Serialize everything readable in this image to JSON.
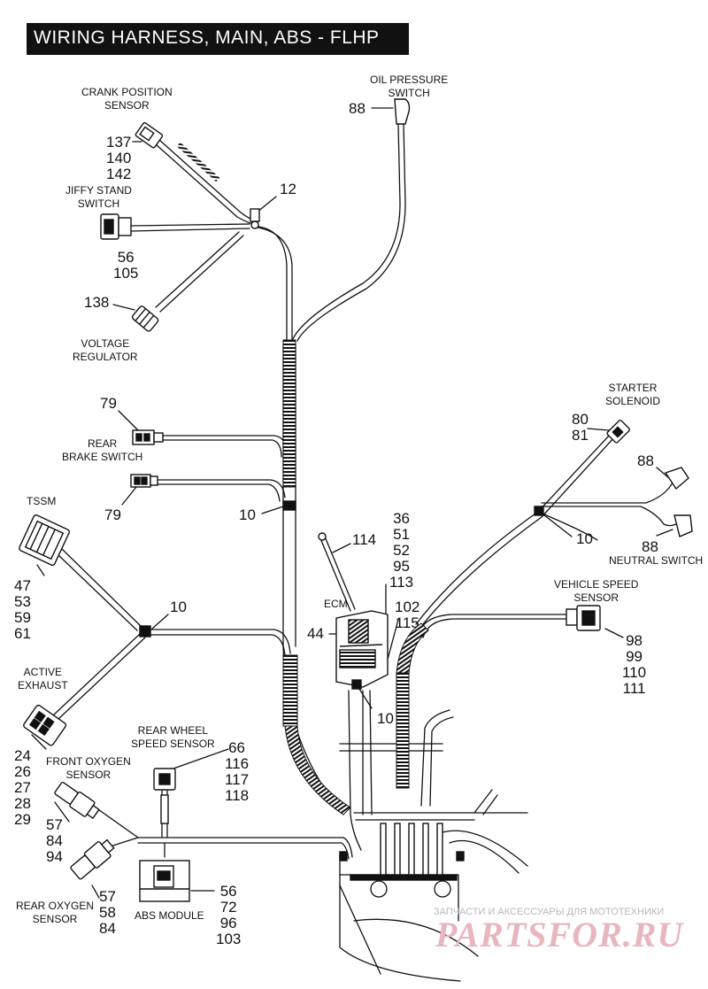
{
  "title": "WIRING HARNESS, MAIN, ABS - FLHP",
  "components": {
    "crank_position_sensor": {
      "label": [
        "CRANK POSITION",
        "SENSOR"
      ],
      "refs": [
        "137",
        "140",
        "142"
      ]
    },
    "oil_pressure_switch": {
      "label": [
        "OIL PRESSURE",
        "SWITCH"
      ],
      "refs": [
        "88"
      ]
    },
    "clip_top": {
      "refs": [
        "12"
      ]
    },
    "jiffy_stand_switch": {
      "label": [
        "JIFFY STAND",
        "SWITCH"
      ],
      "refs": [
        "56",
        "105"
      ]
    },
    "voltage_regulator": {
      "label": [
        "VOLTAGE",
        "REGULATOR"
      ],
      "refs": [
        "138"
      ]
    },
    "rear_brake_switch": {
      "label": [
        "REAR",
        "BRAKE SWITCH"
      ],
      "refs_upper": [
        "79"
      ],
      "refs_lower": [
        "79"
      ]
    },
    "clip_mid_left": {
      "refs": [
        "10"
      ]
    },
    "tssm": {
      "label": [
        "TSSM"
      ],
      "refs": [
        "47",
        "53",
        "59",
        "61"
      ]
    },
    "clip_lower_left": {
      "refs": [
        "10"
      ]
    },
    "active_exhaust": {
      "label": [
        "ACTIVE",
        "EXHAUST"
      ],
      "refs": [
        "24",
        "26",
        "27",
        "28",
        "29"
      ]
    },
    "front_oxygen_sensor": {
      "label": [
        "FRONT OXYGEN",
        "SENSOR"
      ],
      "refs": [
        "57",
        "84",
        "94"
      ]
    },
    "rear_oxygen_sensor": {
      "label": [
        "REAR OXYGEN",
        "SENSOR"
      ],
      "refs": [
        "57",
        "58",
        "84"
      ]
    },
    "rear_wheel_speed_sensor": {
      "label": [
        "REAR WHEEL",
        "SPEED SENSOR"
      ],
      "refs": [
        "66",
        "116",
        "117",
        "118"
      ]
    },
    "abs_module": {
      "label": [
        "ABS MODULE"
      ],
      "refs": [
        "56",
        "72",
        "96",
        "103"
      ]
    },
    "ecm": {
      "label": [
        "ECM"
      ],
      "refs_left": [
        "44"
      ],
      "refs_right": [
        "36",
        "51",
        "52",
        "95",
        "113"
      ],
      "refs_lower": [
        "102",
        "115"
      ]
    },
    "ground_strap": {
      "refs": [
        "114"
      ]
    },
    "clip_ecm": {
      "refs": [
        "10"
      ]
    },
    "starter_solenoid": {
      "label": [
        "STARTER",
        "SOLENOID"
      ],
      "refs": [
        "80",
        "81"
      ]
    },
    "neutral_switch": {
      "label": [
        "NEUTRAL SWITCH"
      ],
      "refs_upper": [
        "88"
      ],
      "refs_lower": [
        "88"
      ]
    },
    "clip_right": {
      "refs": [
        "10"
      ]
    },
    "vehicle_speed_sensor": {
      "label": [
        "VEHICLE SPEED",
        "SENSOR"
      ],
      "refs": [
        "98",
        "99",
        "110",
        "111"
      ]
    }
  },
  "watermark": {
    "small": "ЗАПЧАСТИ И АКСЕССУАРЫ ДЛЯ МОТОТЕХНИКИ",
    "big": "PARTSFOR.RU"
  },
  "colors": {
    "title_bg": "#111111",
    "title_fg": "#ffffff",
    "line": "#111111",
    "watermark": "#e8b6bd"
  }
}
